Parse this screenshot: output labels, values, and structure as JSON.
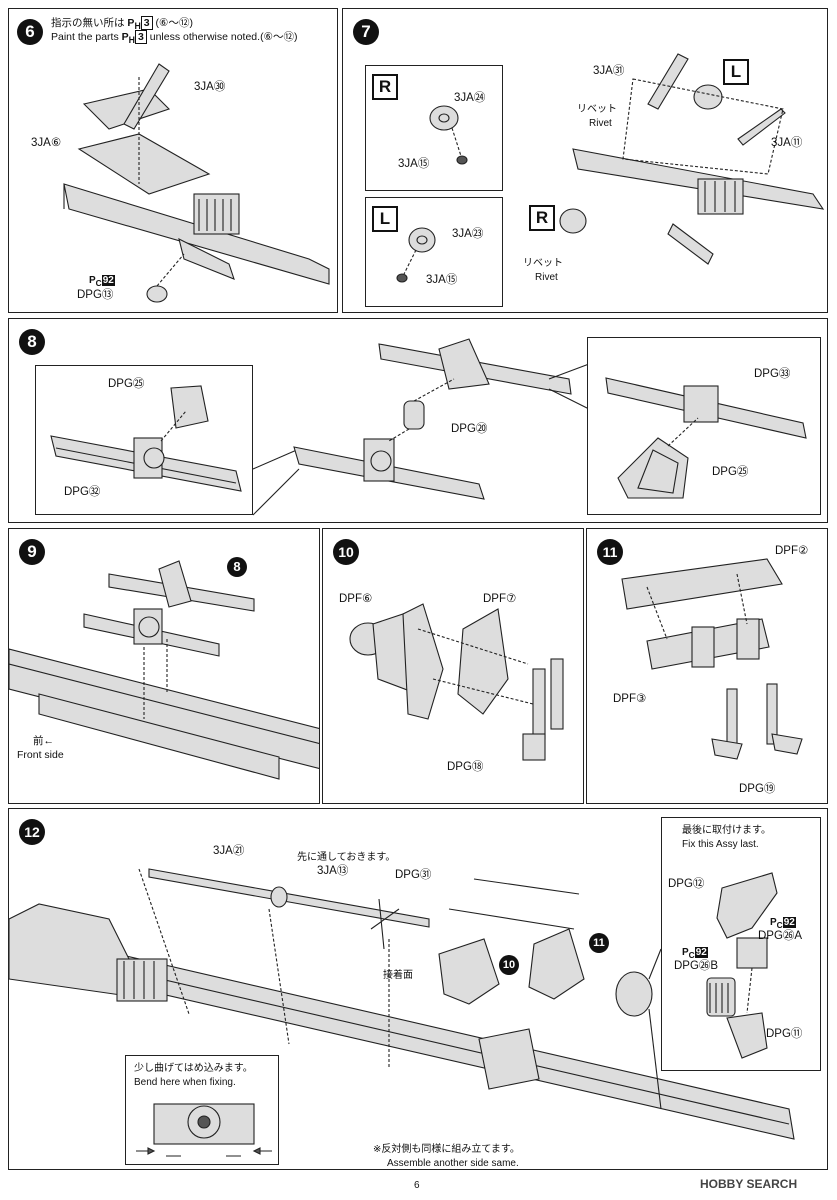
{
  "page_number": "6",
  "watermark": "HOBBY SEARCH",
  "steps": {
    "s6": {
      "number": "6",
      "note_ja": "指示の無い所は",
      "note_ja_suffix": "(⑥～⑫)",
      "note_en": "Paint the parts",
      "note_en_suffix": "unless otherwise noted.(⑥～⑫)",
      "paint_code": "3",
      "labels": {
        "p30": "3JA㉚",
        "p6": "3JA⑥",
        "p13": "DPG⑬",
        "pc": "92"
      }
    },
    "s7": {
      "number": "7",
      "box_r": "R",
      "box_l": "L",
      "labels": {
        "p24": "3JA㉔",
        "p15a": "3JA⑮",
        "p23": "3JA㉓",
        "p15b": "3JA⑮",
        "p31": "3JA㉛",
        "p11": "3JA⑪",
        "rivet_ja_1": "リベット",
        "rivet_en_1": "Rivet",
        "rivet_ja_2": "リベット",
        "rivet_en_2": "Rivet",
        "tag_l": "L",
        "tag_r": "R"
      }
    },
    "s8": {
      "number": "8",
      "labels": {
        "p25a": "DPG㉕",
        "p32": "DPG㉜",
        "p20": "DPG⑳",
        "p33": "DPG㉝",
        "p25b": "DPG㉕"
      }
    },
    "s9": {
      "number": "9",
      "ref": "8",
      "front_ja": "前←",
      "front_en": "Front side"
    },
    "s10": {
      "number": "10",
      "labels": {
        "p6": "DPF⑥",
        "p7": "DPF⑦",
        "p18": "DPG⑱"
      }
    },
    "s11": {
      "number": "11",
      "labels": {
        "p2": "DPF②",
        "p3": "DPF③",
        "p19": "DPG⑲"
      }
    },
    "s12": {
      "number": "12",
      "labels": {
        "p21": "3JA㉑",
        "pre_ja": "先に通しておきます。",
        "p13": "3JA⑬",
        "p31": "DPG㉛",
        "glue": "接着面",
        "ref10": "10",
        "ref11": "11"
      },
      "inset_last": {
        "ja": "最後に取付けます。",
        "en": "Fix this Assy last.",
        "p12": "DPG⑫",
        "pc_a": "92",
        "p26a": "DPG㉖A",
        "pc_b": "92",
        "p26b": "DPG㉖B",
        "p11": "DPG⑪"
      },
      "inset_bend": {
        "ja": "少し曲げてはめ込みます。",
        "en": "Bend here when fixing."
      },
      "same_ja": "※反対側も同様に組み立てます。",
      "same_en": "Assemble another side same."
    }
  }
}
